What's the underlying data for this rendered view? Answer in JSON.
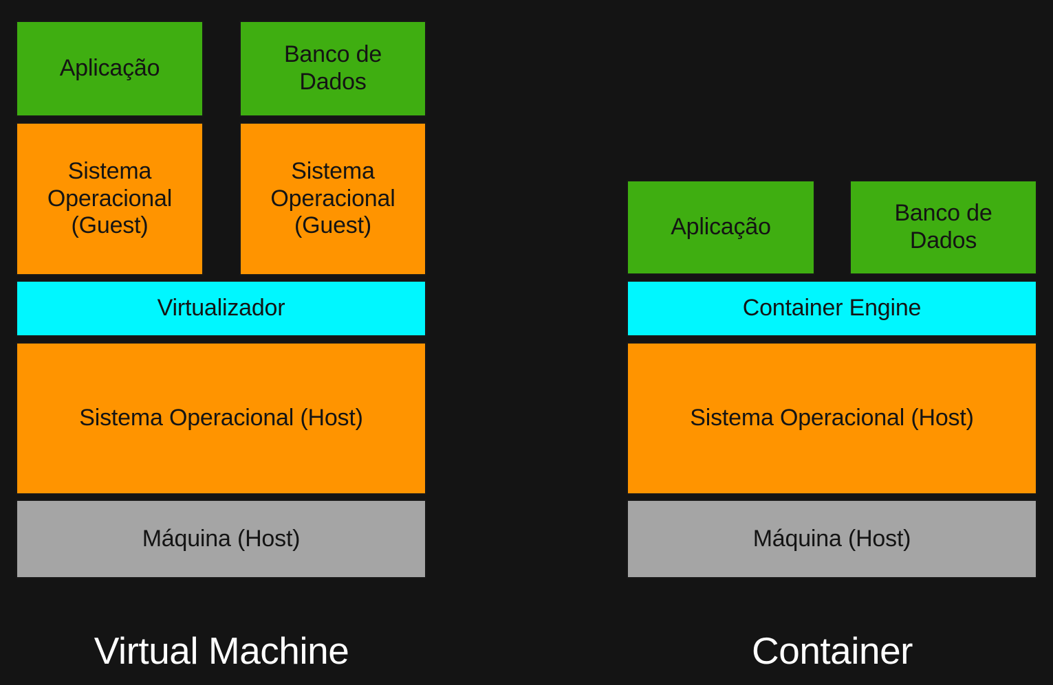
{
  "diagram": {
    "background_color": "#141414",
    "label_color": "#ffffff",
    "box_text_color": "#141414",
    "palette": {
      "green": "#3fae11",
      "orange": "#ff9400",
      "cyan": "#00f7ff",
      "gray": "#a5a5a5"
    }
  },
  "vm": {
    "stack_label": "Virtual Machine",
    "app": "Aplicação",
    "database": "Banco de\nDados",
    "guest_os_1": "Sistema\nOperacional\n(Guest)",
    "guest_os_2": "Sistema\nOperacional\n(Guest)",
    "hypervisor": "Virtualizador",
    "host_os": "Sistema Operacional (Host)",
    "machine": "Máquina (Host)"
  },
  "container": {
    "stack_label": "Container",
    "app": "Aplicação",
    "database": "Banco de\nDados",
    "engine": "Container Engine",
    "host_os": "Sistema Operacional (Host)",
    "machine": "Máquina (Host)"
  }
}
